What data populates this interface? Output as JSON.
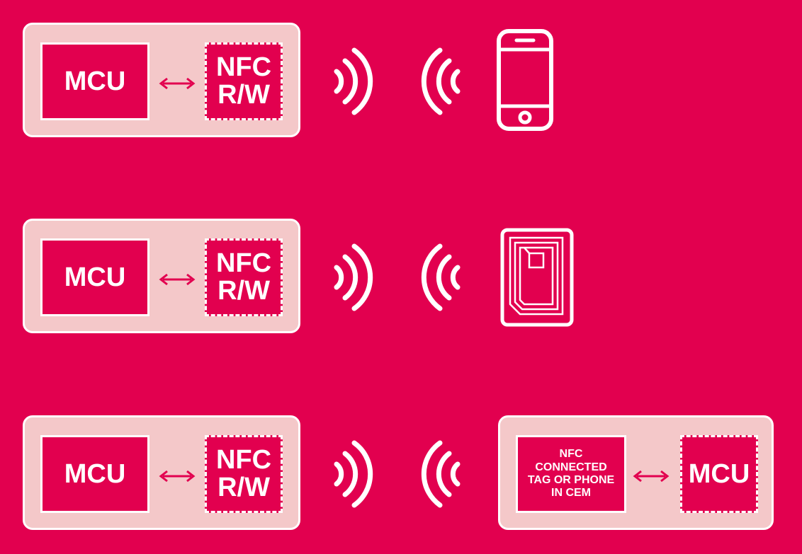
{
  "rows": [
    {
      "mcu_label": "MCU",
      "nfc_line1": "NFC",
      "nfc_line2": "R/W",
      "target": "smartphone"
    },
    {
      "mcu_label": "MCU",
      "nfc_line1": "NFC",
      "nfc_line2": "R/W",
      "target": "nfc-tag"
    },
    {
      "mcu_label": "MCU",
      "nfc_line1": "NFC",
      "nfc_line2": "R/W",
      "target": "connected-tag-module"
    }
  ],
  "connected_tag": {
    "lines": [
      "NFC",
      "CONNECTED",
      "TAG OR PHONE",
      "IN CEM"
    ],
    "mcu_label": "MCU"
  },
  "colors": {
    "background": "#E2004F",
    "panel": "#F4C8C9",
    "line": "#FFFFFF"
  },
  "icons": [
    "bidirectional-arrow-icon",
    "rf-waves-out-icon",
    "rf-waves-in-icon",
    "smartphone-icon",
    "nfc-tag-icon"
  ]
}
